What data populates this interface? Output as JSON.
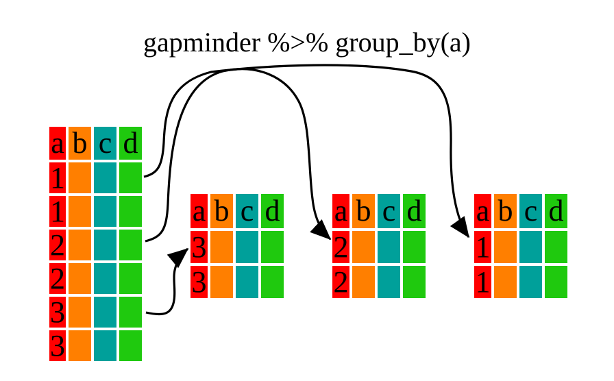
{
  "title": "gapminder %>% group_by(a)",
  "colors": {
    "col_a": "#ff0000",
    "col_b": "#ff7f00",
    "col_c": "#00a09a",
    "col_d": "#1fc90e",
    "arrow": "#000000",
    "text": "#000000",
    "background": "#ffffff"
  },
  "tables": {
    "main": {
      "headers": [
        "a",
        "b",
        "c",
        "d"
      ],
      "rows": [
        [
          "1",
          "",
          "",
          ""
        ],
        [
          "1",
          "",
          "",
          ""
        ],
        [
          "2",
          "",
          "",
          ""
        ],
        [
          "2",
          "",
          "",
          ""
        ],
        [
          "3",
          "",
          "",
          ""
        ],
        [
          "3",
          "",
          "",
          ""
        ]
      ]
    },
    "group3": {
      "headers": [
        "a",
        "b",
        "c",
        "d"
      ],
      "rows": [
        [
          "3",
          "",
          "",
          ""
        ],
        [
          "3",
          "",
          "",
          ""
        ]
      ]
    },
    "group2": {
      "headers": [
        "a",
        "b",
        "c",
        "d"
      ],
      "rows": [
        [
          "2",
          "",
          "",
          ""
        ],
        [
          "2",
          "",
          "",
          ""
        ]
      ]
    },
    "group1": {
      "headers": [
        "a",
        "b",
        "c",
        "d"
      ],
      "rows": [
        [
          "1",
          "",
          "",
          ""
        ],
        [
          "1",
          "",
          "",
          ""
        ]
      ]
    }
  },
  "arrows": [
    {
      "from": "main-table-row-a1",
      "to": "group1-table"
    },
    {
      "from": "main-table-row-a2",
      "to": "group2-table"
    },
    {
      "from": "main-table-row-a3",
      "to": "group3-table"
    }
  ]
}
